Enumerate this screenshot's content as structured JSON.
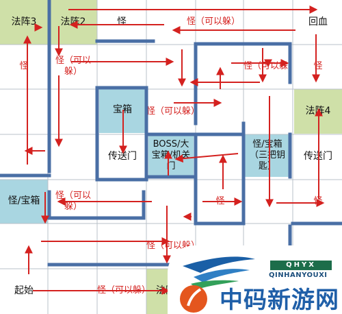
{
  "cells": {
    "fazhen3": "法阵3",
    "fazhen2": "法阵2",
    "guai_top": "怪",
    "guai_kyd_top": "怪（可以躲）",
    "huixue": "回血",
    "guai_left": "怪",
    "guai_kyd_r2": "怪（可以躲）",
    "guai_kyd_r2b": "怪（可以躲）",
    "guai_right": "怪",
    "baoxiang": "宝箱",
    "guai_kyd_center": "怪（可以躲）",
    "fazhen4": "法阵4",
    "chuansongmen_l": "传送门",
    "boss": "BOSS/大宝箱/机关门",
    "guai_baoxiang_r": "怪/宝箱（三把钥匙）",
    "chuansongmen_r": "传送门",
    "guai_baoxiang_l": "怪/宝箱",
    "guai_kyd_r5": "怪（可以躲）",
    "guai_center": "怪",
    "guai_r5": "怪",
    "guai_kyd_r6": "怪（可以躲）",
    "qishi": "起始",
    "guai_kyd_bottom": "怪（可以躲）",
    "fazhen_bottom": "法阵"
  },
  "watermark": {
    "brand": "QHYX",
    "pinyin": "QINHANYOUXI",
    "site": "中码新游网"
  },
  "colors": {
    "arrow": "#d4211f",
    "wall": "#4a6fa5",
    "grid": "#b8c0c8",
    "green": "#cfe0a8",
    "blue": "#a9d6e1"
  }
}
